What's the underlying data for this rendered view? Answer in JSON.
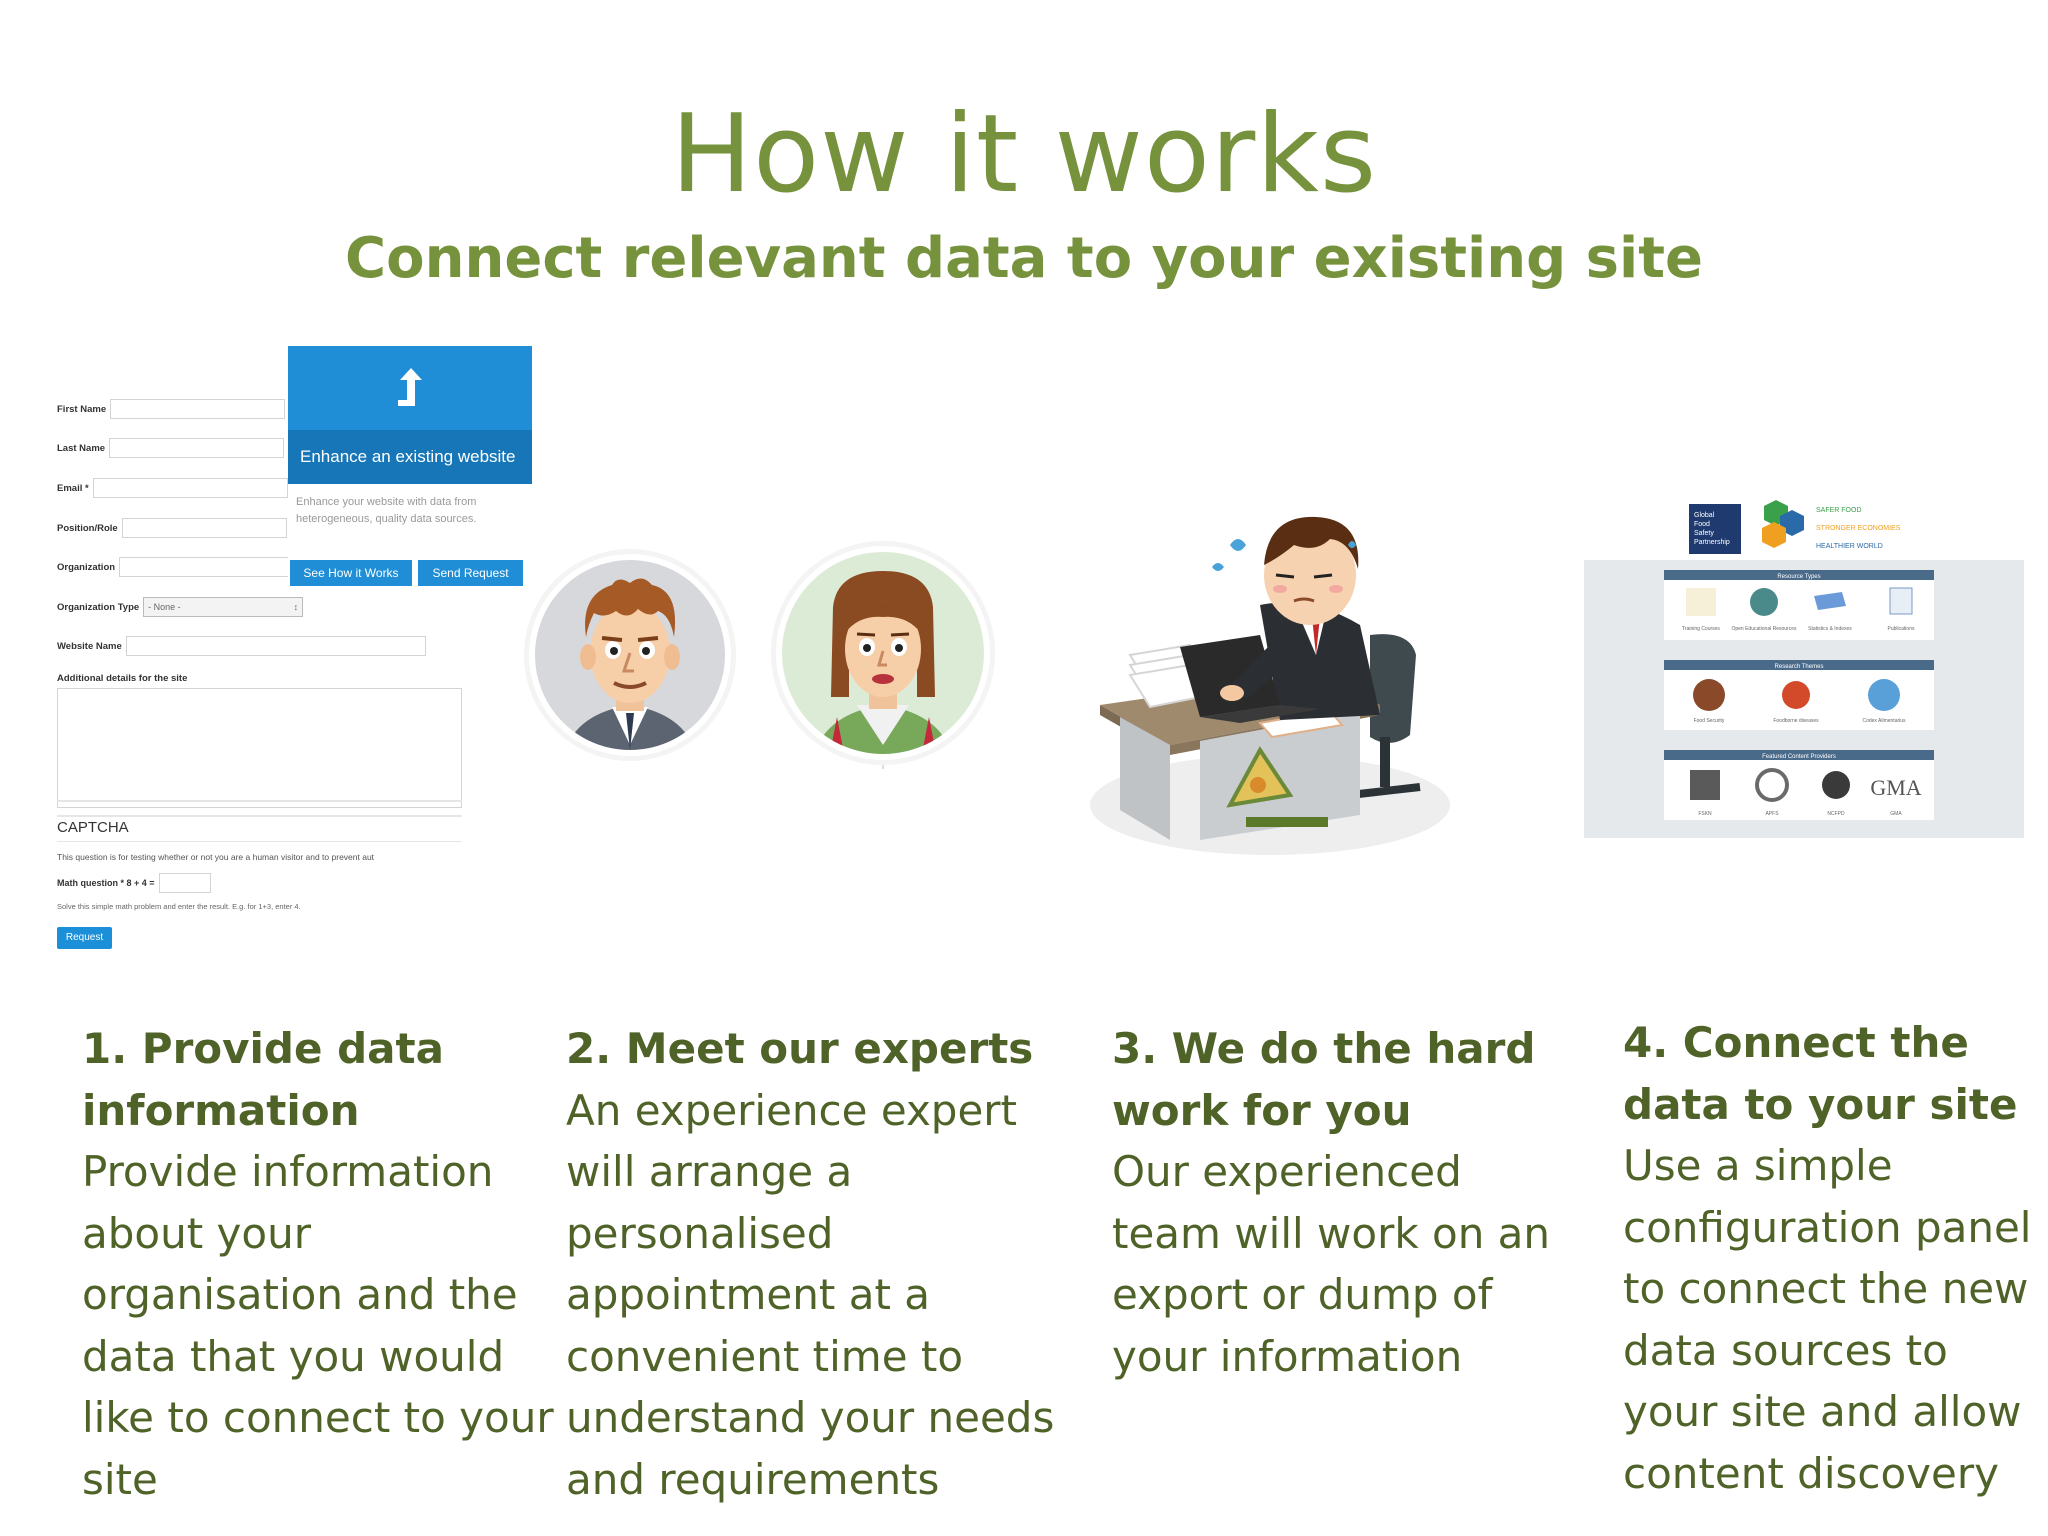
{
  "title": "How it works",
  "subtitle": "Connect relevant data to your existing site",
  "colors": {
    "title": "#76923c",
    "caption": "#4f6228",
    "button_blue": "#1f8ed6"
  },
  "form": {
    "fields": {
      "first_name": "First Name",
      "last_name": "Last Name",
      "email": "Email *",
      "position": "Position/Role",
      "organization": "Organization",
      "org_type": "Organization Type",
      "website_name": "Website Name",
      "additional": "Additional details for the site"
    },
    "org_type_value": "- None -",
    "captcha_title": "CAPTCHA",
    "captcha_note": "This question is for testing whether or not you are a human visitor and to prevent aut",
    "math_label": "Math question * 8 + 4 =",
    "math_hint": "Solve this simple math problem and enter the result. E.g. for 1+3, enter 4.",
    "submit_label": "Request"
  },
  "enhance_card": {
    "title": "Enhance an existing website",
    "desc_line1": "Enhance your website with data from",
    "desc_line2": "heterogeneous, quality data sources.",
    "button_how": "See How it Works",
    "button_send": "Send Request"
  },
  "site": {
    "logo_text_1": "Global",
    "logo_text_2": "Food",
    "logo_text_3": "Safety",
    "logo_text_4": "Partnership",
    "tagline_1": "SAFER FOOD",
    "tagline_2": "STRONGER ECONOMIES",
    "tagline_3": "HEALTHIER WORLD",
    "section_resource_types": "Resource Types",
    "section_research_themes": "Research Themes",
    "section_content_providers": "Featured Content Providers",
    "resource_types": [
      "Training Courses",
      "Open Educational Resources",
      "Statistics & Indexes",
      "Publications"
    ],
    "research_themes": [
      "Food Security",
      "Foodborne diseases",
      "Codex Alimentarius"
    ],
    "providers": [
      "FSKN",
      "APFS",
      "NCFPD",
      "GMA"
    ],
    "gma_logo": "GMA"
  },
  "steps": [
    {
      "heading": [
        "1. Provide data",
        "information"
      ],
      "body": [
        "Provide information",
        "about your",
        "organisation and the",
        "data that you would",
        "like to connect to your",
        "site"
      ]
    },
    {
      "heading": [
        "2. Meet our experts"
      ],
      "body": [
        "An experience expert",
        "will arrange a",
        "personalised",
        "appointment at a",
        "convenient time to",
        "understand your needs",
        "and requirements"
      ]
    },
    {
      "heading": [
        "3. We do the hard",
        "work for you"
      ],
      "body": [
        "Our experienced",
        "team will work on an",
        "export or dump of",
        "your information"
      ]
    },
    {
      "heading": [
        "4. Connect the",
        "data to your site"
      ],
      "body": [
        "Use a simple",
        "configuration panel",
        "to connect the new",
        "data sources to",
        "your site and allow",
        "content discovery"
      ]
    }
  ]
}
